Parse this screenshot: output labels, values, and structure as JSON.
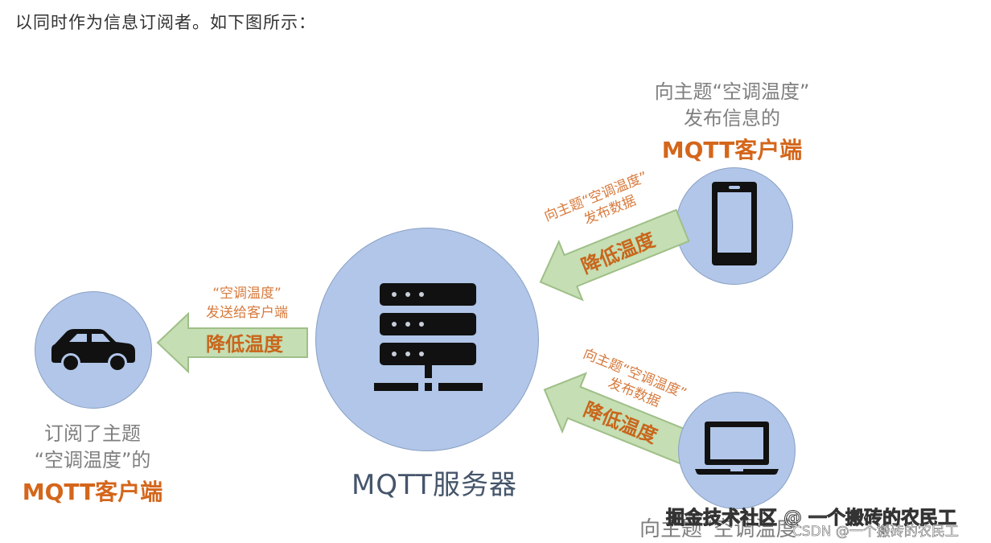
{
  "intro_text": "以同时作为信息订阅者。如下图所示：",
  "colors": {
    "circle_fill": "#b1c6e8",
    "arrow_fill": "#c5deb3",
    "arrow_stroke": "#9fbf88",
    "orange": "#d4661b",
    "gray_text": "#7f7f7f"
  },
  "publisher_top": {
    "line1": "向主题“空调温度”",
    "line2": "发布信息的",
    "client_label": "MQTT客户端",
    "icon": "smartphone-icon"
  },
  "subscriber": {
    "line1": "订阅了主题",
    "line2": "“空调温度”的",
    "client_label": "MQTT客户端",
    "icon": "car-icon"
  },
  "server": {
    "label": "MQTT服务器",
    "icon": "server-icon"
  },
  "publisher_bottom": {
    "partial_label": "向主题“空调温度",
    "icon": "laptop-icon"
  },
  "arrows": {
    "to_subscriber": {
      "caption_line1": "“空调温度”",
      "caption_line2": "发送给客户端",
      "payload": "降低温度"
    },
    "from_top_publisher": {
      "caption_line1": "向主题“空调温度”",
      "caption_line2": "发布数据",
      "payload": "降低温度"
    },
    "from_bottom_publisher": {
      "caption_line1": "向主题“空调温度”",
      "caption_line2": "发布数据",
      "payload": "降低温度"
    }
  },
  "watermarks": {
    "juejin": "掘金技术社区 @ 一个搬砖的农民工",
    "csdn": "CSDN @一个搬砖的农民工"
  }
}
